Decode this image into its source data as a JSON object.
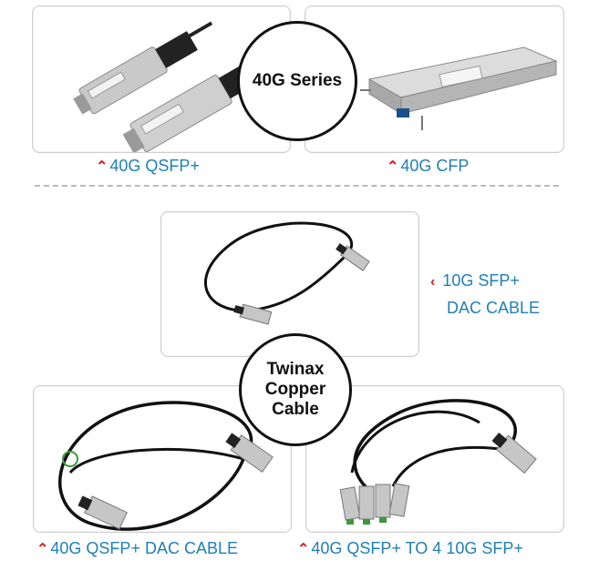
{
  "series_40g": {
    "badge": "40G Series",
    "qsfp_label": "40G QSFP+",
    "cfp_label": "40G CFP"
  },
  "twinax": {
    "badge_line1": "Twinax",
    "badge_line2": "Copper",
    "badge_line3": "Cable",
    "sfp_label_line1": "10G SFP+",
    "sfp_label_line2": "DAC CABLE",
    "qsfp_dac_label": "40G QSFP+ DAC CABLE",
    "breakout_label": "40G QSFP+ TO 4 10G SFP+"
  },
  "colors": {
    "caption": "#1f7fb6",
    "arrow": "#d81e1e",
    "badge_border": "#111111",
    "panel_border": "#cfcfcf"
  },
  "icons": {
    "caption_arrow": "up-chevron-icon",
    "side_arrow": "left-chevron-icon"
  }
}
